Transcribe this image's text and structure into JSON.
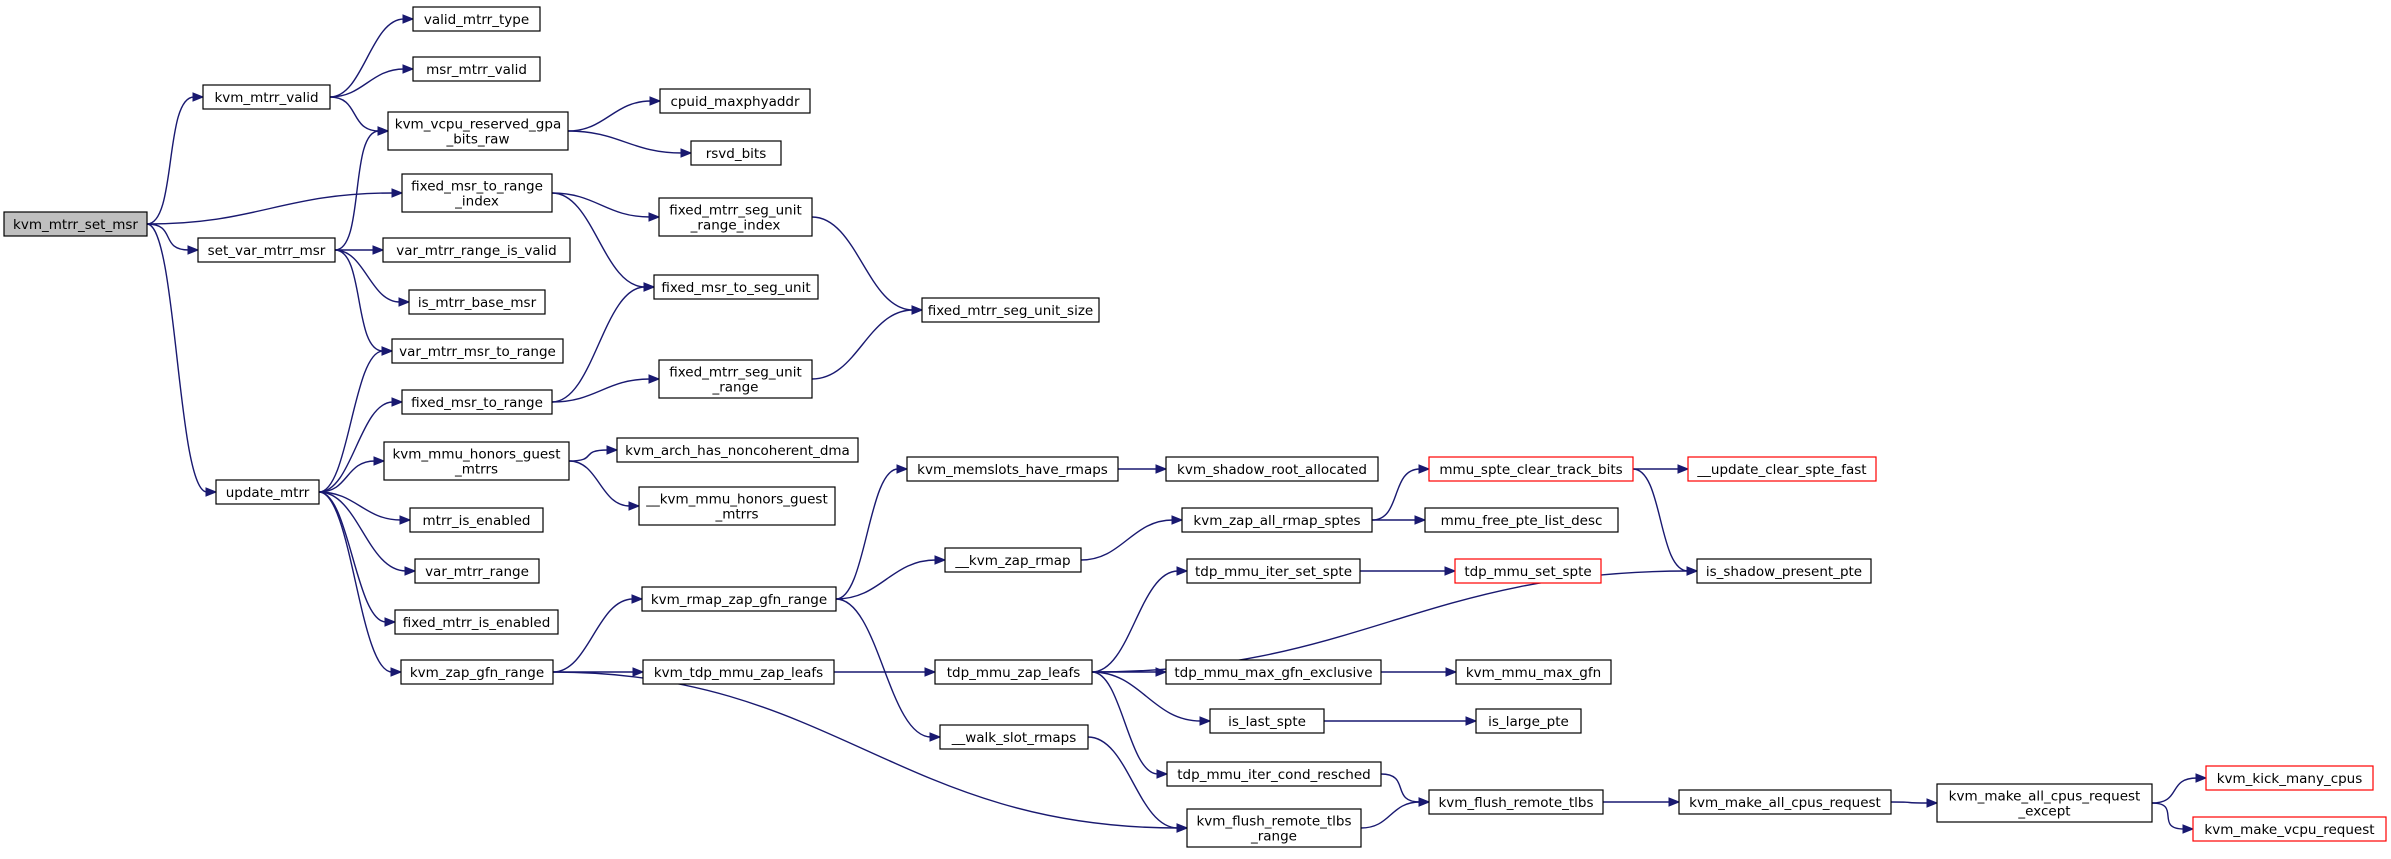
{
  "graph": {
    "colors": {
      "edge": "#191970",
      "node_border": "#000000",
      "truncated_border": "#ff0000",
      "root_fill": "#bfbfbf",
      "background": "#ffffff"
    },
    "nodes": [
      {
        "id": "kvm_mtrr_set_msr",
        "lines": [
          "kvm_mtrr_set_msr"
        ],
        "style": "root"
      },
      {
        "id": "valid_mtrr_type",
        "lines": [
          "valid_mtrr_type"
        ]
      },
      {
        "id": "kvm_mtrr_valid",
        "lines": [
          "kvm_mtrr_valid"
        ]
      },
      {
        "id": "msr_mtrr_valid",
        "lines": [
          "msr_mtrr_valid"
        ]
      },
      {
        "id": "kvm_vcpu_reserved_gpa_bits_raw",
        "lines": [
          "kvm_vcpu_reserved_gpa",
          "_bits_raw"
        ]
      },
      {
        "id": "cpuid_maxphyaddr",
        "lines": [
          "cpuid_maxphyaddr"
        ]
      },
      {
        "id": "rsvd_bits",
        "lines": [
          "rsvd_bits"
        ]
      },
      {
        "id": "fixed_msr_to_range_index",
        "lines": [
          "fixed_msr_to_range",
          "_index"
        ]
      },
      {
        "id": "fixed_mtrr_seg_unit_range_index",
        "lines": [
          "fixed_mtrr_seg_unit",
          "_range_index"
        ]
      },
      {
        "id": "set_var_mtrr_msr",
        "lines": [
          "set_var_mtrr_msr"
        ]
      },
      {
        "id": "var_mtrr_range_is_valid",
        "lines": [
          "var_mtrr_range_is_valid"
        ]
      },
      {
        "id": "fixed_msr_to_seg_unit",
        "lines": [
          "fixed_msr_to_seg_unit"
        ]
      },
      {
        "id": "is_mtrr_base_msr",
        "lines": [
          "is_mtrr_base_msr"
        ]
      },
      {
        "id": "fixed_mtrr_seg_unit_size",
        "lines": [
          "fixed_mtrr_seg_unit_size"
        ]
      },
      {
        "id": "var_mtrr_msr_to_range",
        "lines": [
          "var_mtrr_msr_to_range"
        ]
      },
      {
        "id": "fixed_msr_to_range",
        "lines": [
          "fixed_msr_to_range"
        ]
      },
      {
        "id": "fixed_mtrr_seg_unit_range",
        "lines": [
          "fixed_mtrr_seg_unit",
          "_range"
        ]
      },
      {
        "id": "kvm_mmu_honors_guest_mtrrs",
        "lines": [
          "kvm_mmu_honors_guest",
          "_mtrrs"
        ]
      },
      {
        "id": "kvm_arch_has_noncoherent_dma",
        "lines": [
          "kvm_arch_has_noncoherent_dma"
        ]
      },
      {
        "id": "__kvm_mmu_honors_guest_mtrrs",
        "lines": [
          "__kvm_mmu_honors_guest",
          "_mtrrs"
        ]
      },
      {
        "id": "update_mtrr",
        "lines": [
          "update_mtrr"
        ]
      },
      {
        "id": "mtrr_is_enabled",
        "lines": [
          "mtrr_is_enabled"
        ]
      },
      {
        "id": "var_mtrr_range",
        "lines": [
          "var_mtrr_range"
        ]
      },
      {
        "id": "fixed_mtrr_is_enabled",
        "lines": [
          "fixed_mtrr_is_enabled"
        ]
      },
      {
        "id": "kvm_zap_gfn_range",
        "lines": [
          "kvm_zap_gfn_range"
        ]
      },
      {
        "id": "kvm_memslots_have_rmaps",
        "lines": [
          "kvm_memslots_have_rmaps"
        ]
      },
      {
        "id": "kvm_shadow_root_allocated",
        "lines": [
          "kvm_shadow_root_allocated"
        ]
      },
      {
        "id": "mmu_spte_clear_track_bits",
        "lines": [
          "mmu_spte_clear_track_bits"
        ],
        "style": "truncated"
      },
      {
        "id": "__update_clear_spte_fast",
        "lines": [
          "__update_clear_spte_fast"
        ],
        "style": "truncated"
      },
      {
        "id": "kvm_zap_all_rmap_sptes",
        "lines": [
          "kvm_zap_all_rmap_sptes"
        ]
      },
      {
        "id": "mmu_free_pte_list_desc",
        "lines": [
          "mmu_free_pte_list_desc"
        ]
      },
      {
        "id": "__kvm_zap_rmap",
        "lines": [
          "__kvm_zap_rmap"
        ]
      },
      {
        "id": "tdp_mmu_iter_set_spte",
        "lines": [
          "tdp_mmu_iter_set_spte"
        ]
      },
      {
        "id": "tdp_mmu_set_spte",
        "lines": [
          "tdp_mmu_set_spte"
        ],
        "style": "truncated"
      },
      {
        "id": "is_shadow_present_pte",
        "lines": [
          "is_shadow_present_pte"
        ]
      },
      {
        "id": "kvm_rmap_zap_gfn_range",
        "lines": [
          "kvm_rmap_zap_gfn_range"
        ]
      },
      {
        "id": "kvm_tdp_mmu_zap_leafs",
        "lines": [
          "kvm_tdp_mmu_zap_leafs"
        ]
      },
      {
        "id": "tdp_mmu_zap_leafs",
        "lines": [
          "tdp_mmu_zap_leafs"
        ]
      },
      {
        "id": "tdp_mmu_max_gfn_exclusive",
        "lines": [
          "tdp_mmu_max_gfn_exclusive"
        ]
      },
      {
        "id": "kvm_mmu_max_gfn",
        "lines": [
          "kvm_mmu_max_gfn"
        ]
      },
      {
        "id": "is_last_spte",
        "lines": [
          "is_last_spte"
        ]
      },
      {
        "id": "is_large_pte",
        "lines": [
          "is_large_pte"
        ]
      },
      {
        "id": "__walk_slot_rmaps",
        "lines": [
          "__walk_slot_rmaps"
        ]
      },
      {
        "id": "tdp_mmu_iter_cond_resched",
        "lines": [
          "tdp_mmu_iter_cond_resched"
        ]
      },
      {
        "id": "kvm_flush_remote_tlbs",
        "lines": [
          "kvm_flush_remote_tlbs"
        ]
      },
      {
        "id": "kvm_make_all_cpus_request",
        "lines": [
          "kvm_make_all_cpus_request"
        ]
      },
      {
        "id": "kvm_make_all_cpus_request_except",
        "lines": [
          "kvm_make_all_cpus_request",
          "_except"
        ]
      },
      {
        "id": "kvm_kick_many_cpus",
        "lines": [
          "kvm_kick_many_cpus"
        ],
        "style": "truncated"
      },
      {
        "id": "kvm_make_vcpu_request",
        "lines": [
          "kvm_make_vcpu_request"
        ],
        "style": "truncated"
      },
      {
        "id": "kvm_flush_remote_tlbs_range",
        "lines": [
          "kvm_flush_remote_tlbs",
          "_range"
        ]
      }
    ],
    "edges": [
      [
        "kvm_mtrr_set_msr",
        "kvm_mtrr_valid"
      ],
      [
        "kvm_mtrr_set_msr",
        "fixed_msr_to_range_index"
      ],
      [
        "kvm_mtrr_set_msr",
        "set_var_mtrr_msr"
      ],
      [
        "kvm_mtrr_set_msr",
        "update_mtrr"
      ],
      [
        "kvm_mtrr_valid",
        "valid_mtrr_type"
      ],
      [
        "kvm_mtrr_valid",
        "msr_mtrr_valid"
      ],
      [
        "kvm_mtrr_valid",
        "kvm_vcpu_reserved_gpa_bits_raw"
      ],
      [
        "kvm_vcpu_reserved_gpa_bits_raw",
        "cpuid_maxphyaddr"
      ],
      [
        "kvm_vcpu_reserved_gpa_bits_raw",
        "rsvd_bits"
      ],
      [
        "fixed_msr_to_range_index",
        "fixed_mtrr_seg_unit_range_index"
      ],
      [
        "fixed_msr_to_range_index",
        "fixed_msr_to_seg_unit"
      ],
      [
        "fixed_mtrr_seg_unit_range_index",
        "fixed_mtrr_seg_unit_size"
      ],
      [
        "set_var_mtrr_msr",
        "kvm_vcpu_reserved_gpa_bits_raw"
      ],
      [
        "set_var_mtrr_msr",
        "var_mtrr_range_is_valid"
      ],
      [
        "set_var_mtrr_msr",
        "is_mtrr_base_msr"
      ],
      [
        "set_var_mtrr_msr",
        "var_mtrr_msr_to_range"
      ],
      [
        "fixed_msr_to_range",
        "fixed_msr_to_seg_unit"
      ],
      [
        "fixed_msr_to_range",
        "fixed_mtrr_seg_unit_range"
      ],
      [
        "fixed_mtrr_seg_unit_range",
        "fixed_mtrr_seg_unit_size"
      ],
      [
        "update_mtrr",
        "var_mtrr_msr_to_range"
      ],
      [
        "update_mtrr",
        "fixed_msr_to_range"
      ],
      [
        "update_mtrr",
        "kvm_mmu_honors_guest_mtrrs"
      ],
      [
        "update_mtrr",
        "mtrr_is_enabled"
      ],
      [
        "update_mtrr",
        "var_mtrr_range"
      ],
      [
        "update_mtrr",
        "fixed_mtrr_is_enabled"
      ],
      [
        "update_mtrr",
        "kvm_zap_gfn_range"
      ],
      [
        "kvm_mmu_honors_guest_mtrrs",
        "kvm_arch_has_noncoherent_dma"
      ],
      [
        "kvm_mmu_honors_guest_mtrrs",
        "__kvm_mmu_honors_guest_mtrrs"
      ],
      [
        "kvm_zap_gfn_range",
        "kvm_rmap_zap_gfn_range"
      ],
      [
        "kvm_zap_gfn_range",
        "kvm_tdp_mmu_zap_leafs"
      ],
      [
        "kvm_zap_gfn_range",
        "kvm_flush_remote_tlbs_range"
      ],
      [
        "kvm_rmap_zap_gfn_range",
        "kvm_memslots_have_rmaps"
      ],
      [
        "kvm_rmap_zap_gfn_range",
        "__kvm_zap_rmap"
      ],
      [
        "kvm_rmap_zap_gfn_range",
        "__walk_slot_rmaps"
      ],
      [
        "kvm_memslots_have_rmaps",
        "kvm_shadow_root_allocated"
      ],
      [
        "__kvm_zap_rmap",
        "kvm_zap_all_rmap_sptes"
      ],
      [
        "kvm_zap_all_rmap_sptes",
        "mmu_spte_clear_track_bits"
      ],
      [
        "kvm_zap_all_rmap_sptes",
        "mmu_free_pte_list_desc"
      ],
      [
        "mmu_spte_clear_track_bits",
        "__update_clear_spte_fast"
      ],
      [
        "mmu_spte_clear_track_bits",
        "is_shadow_present_pte"
      ],
      [
        "kvm_tdp_mmu_zap_leafs",
        "tdp_mmu_zap_leafs"
      ],
      [
        "tdp_mmu_zap_leafs",
        "tdp_mmu_iter_set_spte"
      ],
      [
        "tdp_mmu_zap_leafs",
        "is_shadow_present_pte"
      ],
      [
        "tdp_mmu_zap_leafs",
        "tdp_mmu_max_gfn_exclusive"
      ],
      [
        "tdp_mmu_zap_leafs",
        "is_last_spte"
      ],
      [
        "tdp_mmu_zap_leafs",
        "tdp_mmu_iter_cond_resched"
      ],
      [
        "tdp_mmu_iter_set_spte",
        "tdp_mmu_set_spte"
      ],
      [
        "tdp_mmu_max_gfn_exclusive",
        "kvm_mmu_max_gfn"
      ],
      [
        "is_last_spte",
        "is_large_pte"
      ],
      [
        "__walk_slot_rmaps",
        "kvm_flush_remote_tlbs_range"
      ],
      [
        "tdp_mmu_iter_cond_resched",
        "kvm_flush_remote_tlbs"
      ],
      [
        "kvm_flush_remote_tlbs_range",
        "kvm_flush_remote_tlbs"
      ],
      [
        "kvm_flush_remote_tlbs",
        "kvm_make_all_cpus_request"
      ],
      [
        "kvm_make_all_cpus_request",
        "kvm_make_all_cpus_request_except"
      ],
      [
        "kvm_make_all_cpus_request_except",
        "kvm_kick_many_cpus"
      ],
      [
        "kvm_make_all_cpus_request_except",
        "kvm_make_vcpu_request"
      ]
    ]
  }
}
